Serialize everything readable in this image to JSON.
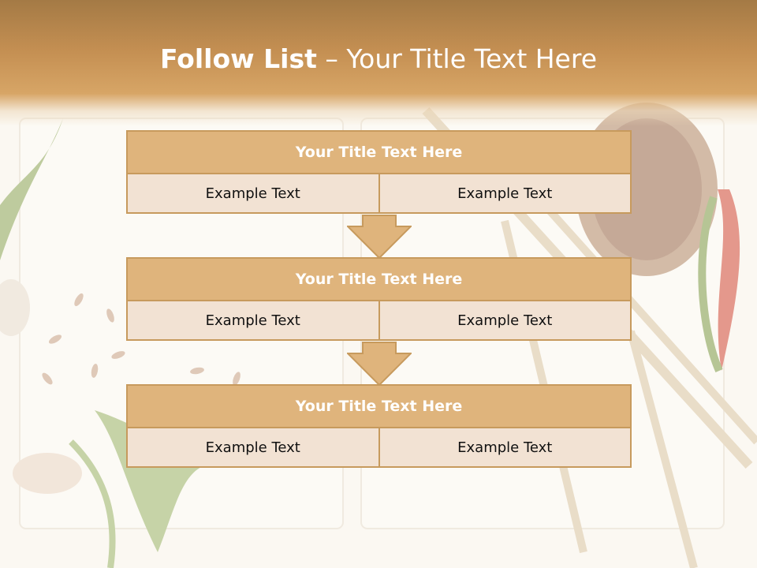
{
  "slide": {
    "title_bold": "Follow List",
    "title_rest": "– Your Title Text Here"
  },
  "steps": [
    {
      "title": "Your Title Text Here",
      "left": "Example Text",
      "right": "Example Text"
    },
    {
      "title": "Your Title Text Here",
      "left": "Example Text",
      "right": "Example Text"
    },
    {
      "title": "Your Title Text Here",
      "left": "Example Text",
      "right": "Example Text"
    }
  ],
  "colors": {
    "header_orange": "#c48f52",
    "box_title": "#dfb47c",
    "box_cell": "#f2e2d3",
    "box_border": "#c79a5d"
  }
}
